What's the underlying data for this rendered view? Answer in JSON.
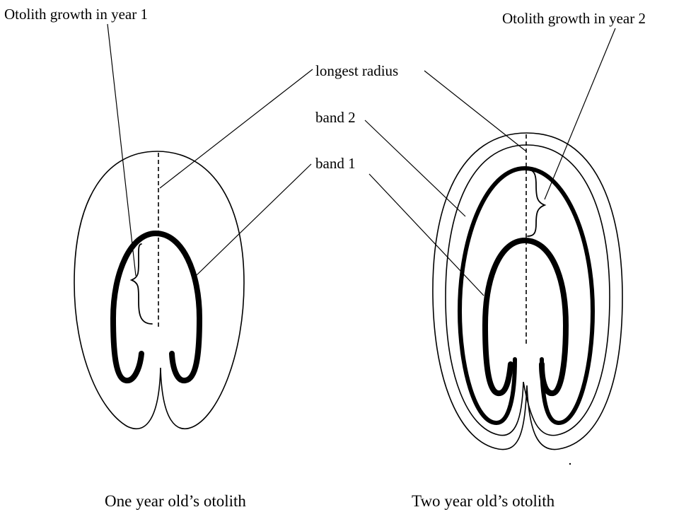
{
  "labels": {
    "growth_year1": "Otolith growth in year 1",
    "growth_year2": "Otolith growth in year 2",
    "longest_radius": "longest radius",
    "band2": "band 2",
    "band1": "band 1"
  },
  "captions": {
    "one_year": "One year old’s otolith",
    "two_year": "Two year old’s otolith"
  },
  "colors": {
    "ink": "#000000",
    "background": "#ffffff"
  }
}
